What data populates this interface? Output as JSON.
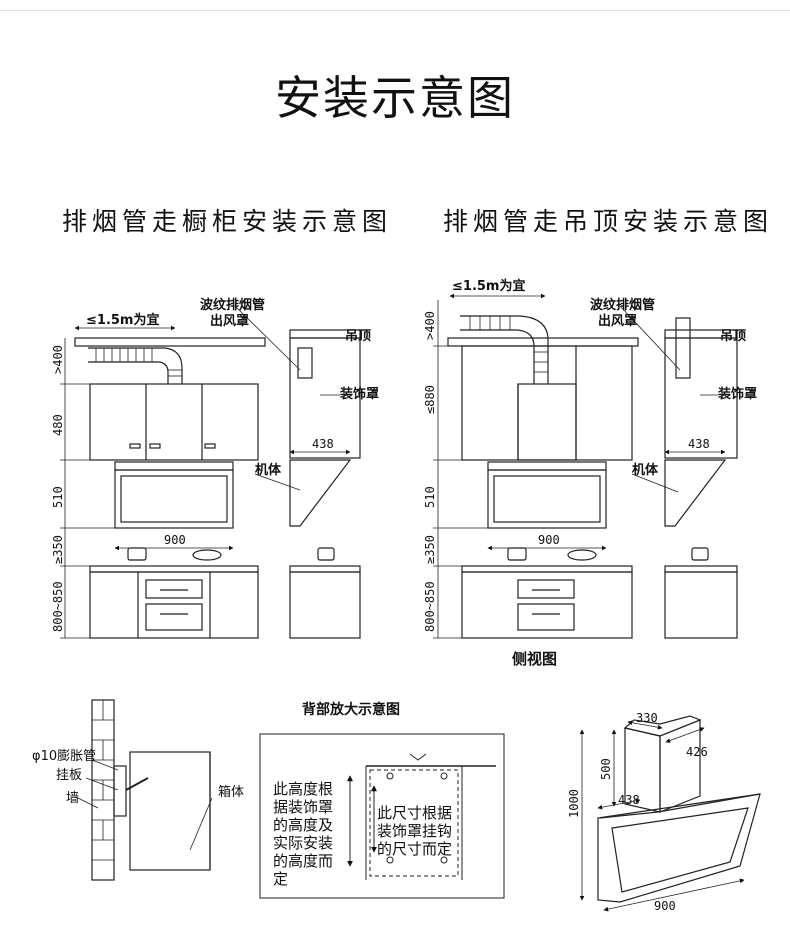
{
  "title": "安装示意图",
  "subtitles": {
    "left": "排烟管走橱柜安装示意图",
    "right": "排烟管走吊顶安装示意图"
  },
  "left_diagram": {
    "duct_length": "≤1.5m为宜",
    "duct_label": "波纹排烟管",
    "outlet_label": "出风罩",
    "ceiling_label": "吊顶",
    "cover_label": "装饰罩",
    "body_label": "机体",
    "dims": {
      "top": ">400",
      "cabinet": "480",
      "hood": "510",
      "gap": "≥350",
      "counter": "800~850",
      "width": "900",
      "depth": "438"
    }
  },
  "right_diagram": {
    "duct_length": "≤1.5m为宜",
    "duct_label": "波纹排烟管",
    "outlet_label": "出风罩",
    "ceiling_label": "吊顶",
    "cover_label": "装饰罩",
    "body_label": "机体",
    "side_view": "侧视图",
    "dims": {
      "top": ">400",
      "cabinet": "≤880",
      "hood": "510",
      "gap": "≥350",
      "counter": "800~850",
      "width": "900",
      "depth": "438"
    }
  },
  "wall_detail": {
    "tube_label": "φ10膨胀管",
    "plate_label": "挂板",
    "wall_label": "墙",
    "box_label": "箱体"
  },
  "back_detail": {
    "title": "背部放大示意图",
    "left_note": [
      "此高度根",
      "据装饰罩",
      "的高度及",
      "实际安装",
      "的高度而",
      "定"
    ],
    "right_note": [
      "此尺寸根据",
      "装饰罩挂钩",
      "的尺寸而定"
    ]
  },
  "iso_view": {
    "d_top_width": "330",
    "d_top_depth": "426",
    "d_cover_height": "500",
    "d_total_height": "1000",
    "d_depth": "438",
    "d_width": "900"
  }
}
